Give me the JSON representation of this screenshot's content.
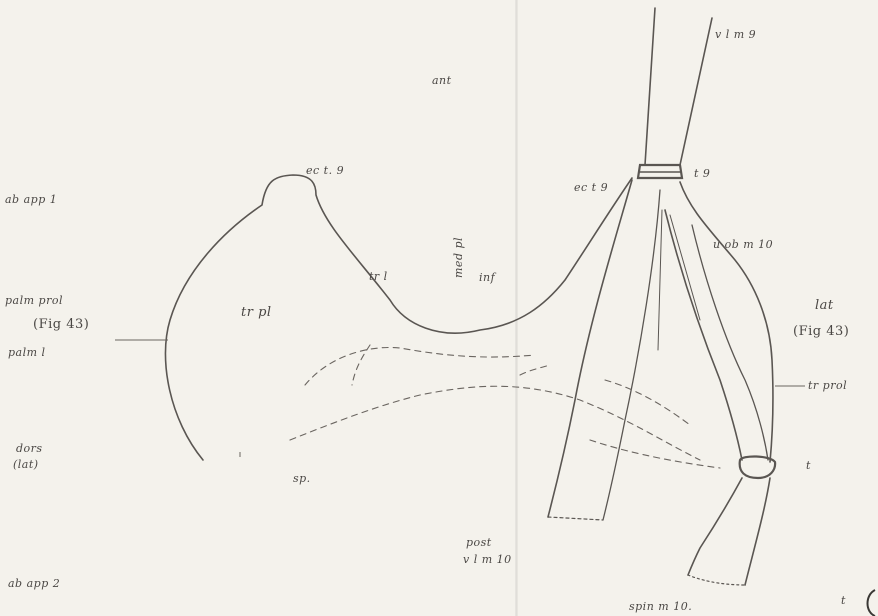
{
  "labels": {
    "ant": "ant",
    "vl_m_9": "v l m 9",
    "ec_t_9_top": "ec t. 9",
    "ec_t_9_right": "ec t 9",
    "t_9": "t 9",
    "ab_app_1": "ab app 1",
    "med_pl": "med pl",
    "u_ob_m_10": "u ob m 10",
    "tr_l": "tr l",
    "inf": "inf",
    "palm_prol": "palm prol",
    "fig43_left": "(Fig 43)",
    "palm_l": "palm l",
    "tr_pl": "tr pl",
    "lat": "lat",
    "fig43_right": "(Fig 43)",
    "tr_prol": "tr prol",
    "dors": "dors",
    "lat_paren": "(lat)",
    "sp": "sp.",
    "t_lower": "t",
    "post": "post",
    "vl_m_10": "v l m 10",
    "ab_app_2": "ab app 2",
    "spin_m_10": "spin m 10.",
    "t_corner": "t"
  },
  "colors": {
    "paper": "#f4f2ec",
    "ink": "#4a4744"
  }
}
